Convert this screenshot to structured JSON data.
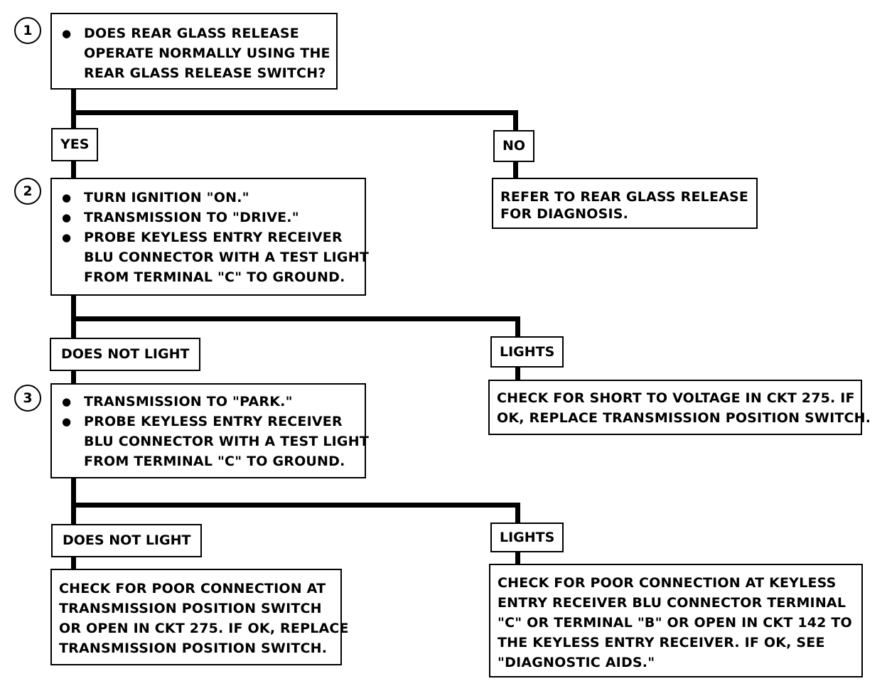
{
  "steps": [
    {
      "number": "1",
      "lines": [
        "DOES REAR GLASS RELEASE",
        "OPERATE NORMALLY USING THE",
        "REAR GLASS RELEASE SWITCH?"
      ]
    },
    {
      "number": "2",
      "bullets": [
        [
          "TURN IGNITION \"ON.\""
        ],
        [
          "TRANSMISSION TO \"DRIVE.\""
        ],
        [
          "PROBE KEYLESS ENTRY RECEIVER",
          "BLU CONNECTOR WITH A TEST LIGHT",
          "FROM TERMINAL \"C\" TO GROUND."
        ]
      ]
    },
    {
      "number": "3",
      "bullets": [
        [
          "TRANSMISSION TO \"PARK.\""
        ],
        [
          "PROBE KEYLESS ENTRY RECEIVER",
          "BLU CONNECTOR WITH A TEST LIGHT",
          "FROM TERMINAL \"C\" TO GROUND."
        ]
      ]
    }
  ],
  "branches": {
    "step1_yes": "YES",
    "step1_no": "NO",
    "step2_no_light": "DOES NOT LIGHT",
    "step2_lights": "LIGHTS",
    "step3_no_light": "DOES NOT LIGHT",
    "step3_lights": "LIGHTS"
  },
  "results": {
    "refer": [
      "REFER TO REAR GLASS RELEASE",
      "FOR DIAGNOSIS."
    ],
    "short_check": [
      "CHECK FOR SHORT TO VOLTAGE IN CKT 275.  IF",
      "OK, REPLACE TRANSMISSION POSITION SWITCH."
    ],
    "poor_conn_tps": [
      "CHECK FOR POOR CONNECTION AT",
      "TRANSMISSION POSITION SWITCH",
      "OR OPEN IN CKT 275.  IF OK, REPLACE",
      "TRANSMISSION POSITION SWITCH."
    ],
    "poor_conn_receiver": [
      "CHECK FOR POOR CONNECTION AT KEYLESS",
      "ENTRY RECEIVER BLU CONNECTOR TERMINAL",
      "\"C\" OR TERMINAL \"B\" OR OPEN IN CKT 142 TO",
      "THE KEYLESS ENTRY RECEIVER.  IF OK,  SEE",
      "\"DIAGNOSTIC AIDS.\""
    ]
  },
  "bullet_glyph": "●"
}
